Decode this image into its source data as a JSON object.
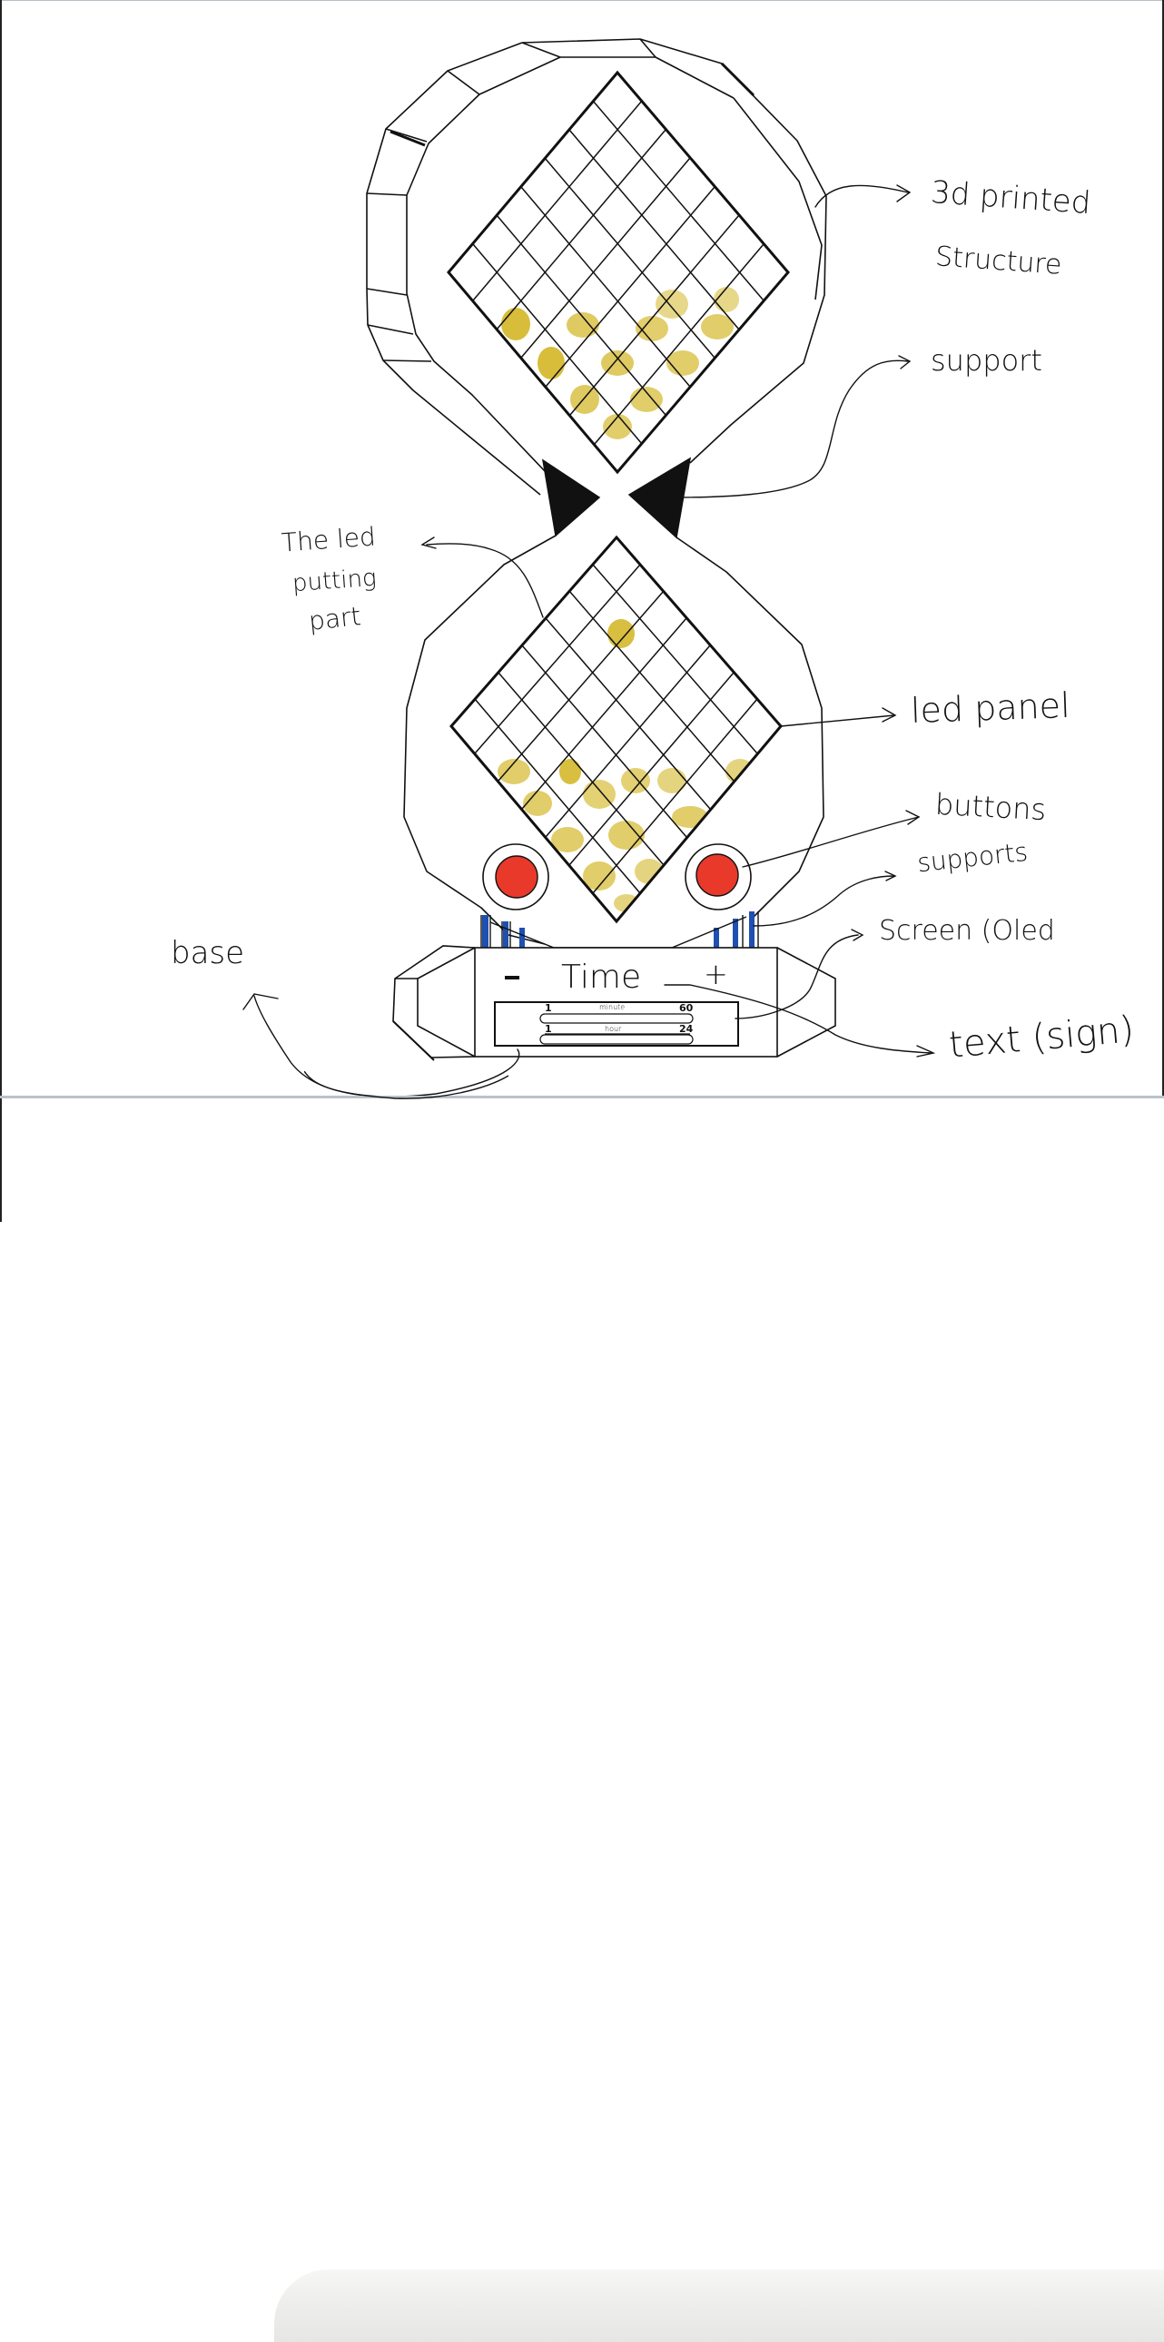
{
  "diagram": {
    "type": "hand-drawn product sketch",
    "subject": "Figure-8 LED hourglass clock",
    "colors": {
      "ink": "#111111",
      "led_fill": "#d4b82a",
      "button_red": "#e8392a",
      "support_blue": "#1f4fb0",
      "divider": "#b8c2cc"
    }
  },
  "annotations": {
    "structure": "3d printed\nStructure",
    "structure_line1": "3d printed",
    "structure_line2": "Structure",
    "support": "support",
    "led_putting_part_line1": "The led",
    "led_putting_part_line2": "putting",
    "led_putting_part_line3": "part",
    "led_panel": "led panel",
    "buttons": "buttons",
    "supports": "supports",
    "screen": "Screen (Oled",
    "text_sign": "text (sign)",
    "base": "base"
  },
  "base_panel": {
    "minus": "-",
    "title": "Time",
    "plus": "+",
    "sliders": [
      {
        "label": "minute",
        "min": "1",
        "max": "60"
      },
      {
        "label": "hour",
        "min": "1",
        "max": "24"
      }
    ]
  },
  "led_panels": {
    "top": {
      "grid": "7x7",
      "lit_cells_note": "bottom rows lit (sand pile)"
    },
    "bottom": {
      "grid": "7x7",
      "lit_cells_note": "one falling grain + bottom rows lit"
    }
  }
}
